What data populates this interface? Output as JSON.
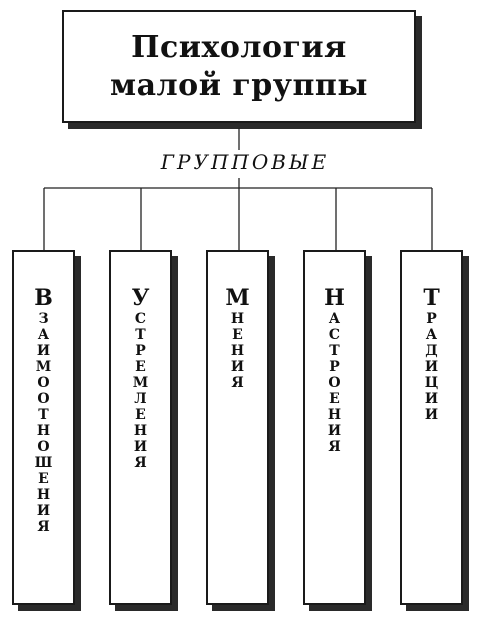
{
  "title": {
    "line1": "Психология",
    "line2": "малой группы"
  },
  "subtitle": "ГРУППОВЫЕ",
  "items": [
    {
      "label": "Взаимоотношения"
    },
    {
      "label": "Устремления"
    },
    {
      "label": "Мнения"
    },
    {
      "label": "Настроения"
    },
    {
      "label": "Традиции"
    }
  ]
}
